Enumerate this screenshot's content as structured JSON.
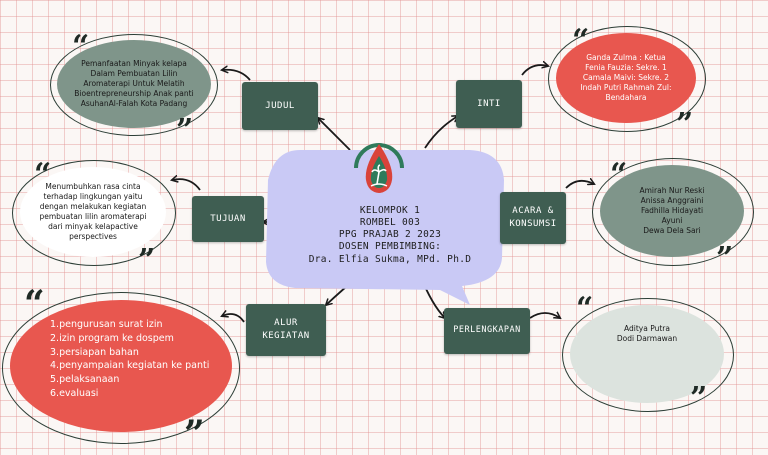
{
  "center": {
    "lines": [
      "KELOMPOK 1",
      "ROMBEL 003",
      "PPG PRAJAB 2 2023",
      "DOSEN PEMBIMBING:",
      "Dra. Elfia Sukma, MPd. Ph.D"
    ]
  },
  "branches": {
    "judul": {
      "label": "JUDUL",
      "text": "Pemanfaatan Minyak kelapa Dalam Pembuatan Lilin Aromaterapi Untuk Melatih Bioentrepreneurship Anak panti AsuhanAl-Falah Kota Padang"
    },
    "inti": {
      "label": "INTI",
      "lines": [
        "Ganda Zulma : Ketua",
        "Fenia Fauzia: Sekre. 1",
        "Camala Maivi: Sekre. 2",
        "Indah Putri Rahmah Zul: Bendahara"
      ]
    },
    "tujuan": {
      "label": "TUJUAN",
      "text": "Menumbuhkan rasa cinta terhadap lingkungan yaitu dengan melakukan kegiatan pembuatan lilin aromaterapi dari minyak kelapactive perspectives"
    },
    "acara": {
      "label": "ACARA & KONSUMSI",
      "lines": [
        "Amirah Nur Reski",
        "Anissa Anggraini",
        "Fadhilla Hidayati",
        "Ayuni",
        "Dewa Dela Sari"
      ]
    },
    "alur": {
      "label": "ALUR KEGIATAN",
      "items": [
        "1.pengurusan surat izin",
        "2.izin program ke dospem",
        "3.persiapan bahan",
        "4.penyampaian kegiatan ke panti",
        "5.pelaksanaan",
        "6.evaluasi"
      ]
    },
    "perlengkapan": {
      "label": "PERLENGKAPAN",
      "lines": [
        "Aditya Putra",
        "Dodi Darmawan"
      ]
    }
  },
  "quote_marks": {
    "open": "“",
    "close": "”"
  },
  "colors": {
    "label_box": "#3f5e52",
    "gray_oval": "#7f958a",
    "red_oval": "#e8574f",
    "center_bubble": "#c9c9f5",
    "grid": "#e29696",
    "logo_green": "#2f7b5b",
    "logo_red": "#d9433a"
  }
}
